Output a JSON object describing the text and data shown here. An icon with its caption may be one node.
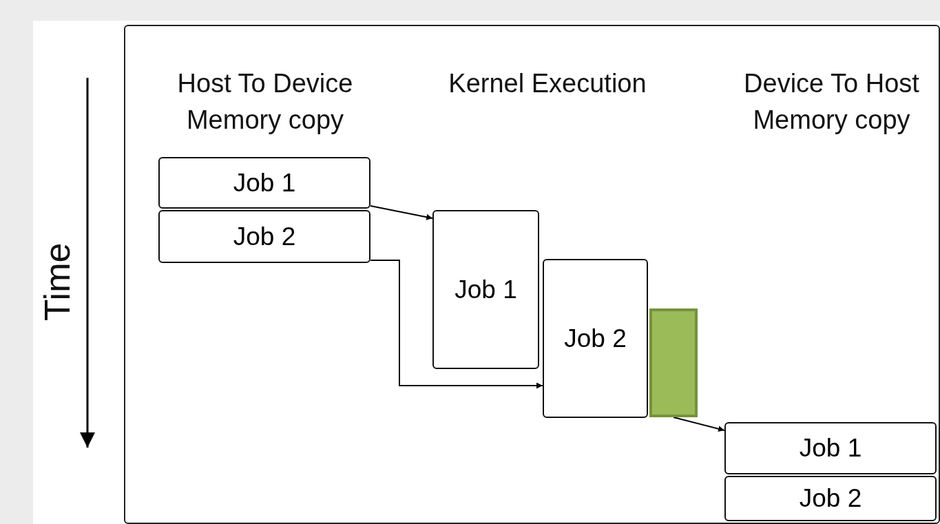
{
  "diagram": {
    "nodes": [
      {
        "text": [
          "Job 1"
        ]
      },
      {
        "text": [
          "Job 2"
        ]
      },
      {
        "text": [
          "Job 1"
        ]
      },
      {
        "text": [
          "Job 2"
        ]
      },
      {
        "text": [],
        "shape": "box"
      },
      {
        "text": [
          "Job 1"
        ]
      },
      {
        "text": [
          "Job 2"
        ]
      }
    ],
    "edges": [
      {
        "from": 0,
        "to": 2,
        "arrow": "to"
      },
      {
        "from": 1,
        "to": 3,
        "arrow": "to"
      },
      {
        "from": 4,
        "to": 5,
        "arrow": "to"
      }
    ],
    "labels": [
      "Host To Device Memory copy",
      "Kernel Execution",
      "Device To Host Memory copy",
      "Time"
    ]
  }
}
